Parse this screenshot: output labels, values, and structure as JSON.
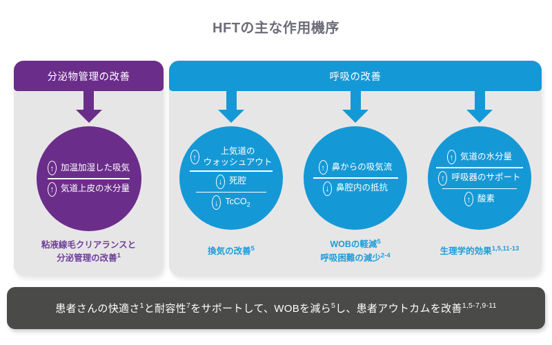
{
  "title": "HFTの主な作用機序",
  "icons": {
    "up": "↑",
    "down": "↓"
  },
  "colors": {
    "purple": "#6B2D8A",
    "blue": "#1599D6",
    "panel_gray": "#E7E6E7",
    "footer_dark": "#4A4A49",
    "title_gray": "#6C6C7A"
  },
  "secretion": {
    "header": "分泌物管理の改善",
    "rows": [
      {
        "text": "加温加湿した吸気"
      },
      {
        "text": "気道上皮の水分量"
      }
    ],
    "caption": {
      "line1": "粘液線毛クリアランスと",
      "line2": "分泌管理の改善",
      "sup": "1"
    }
  },
  "breathing": {
    "header": "呼吸の改善",
    "columns": [
      {
        "rows": [
          {
            "line1": "上気道の",
            "line2": "ウォッシュアウト"
          },
          {
            "text": "死腔"
          },
          {
            "text": "TcCO",
            "sub": "2"
          }
        ],
        "caption": {
          "line1": "換気の改善",
          "sup1": "5"
        }
      },
      {
        "rows": [
          {
            "text": "鼻からの吸気流"
          },
          {
            "text": "鼻腔内の抵抗"
          }
        ],
        "caption": {
          "line1": "WOBの軽減",
          "sup1": "5",
          "line2": "呼吸困難の減少",
          "sup2": "2-4"
        }
      },
      {
        "rows": [
          {
            "text": "気道の水分量"
          },
          {
            "text": "呼吸器のサポート"
          },
          {
            "text": "酸素"
          }
        ],
        "caption": {
          "line1": "生理学的効果",
          "sup1": "1,5,11-13"
        }
      }
    ]
  },
  "footer": {
    "s1": "患者さんの快適さ",
    "sup1": "1",
    "s2": "と耐容性",
    "sup2": "7",
    "s3": "をサポートして、WOBを減ら",
    "sup3": "5",
    "s4": "し、患者アウトカムを改善",
    "sup4": "1,5-7,9-11"
  }
}
